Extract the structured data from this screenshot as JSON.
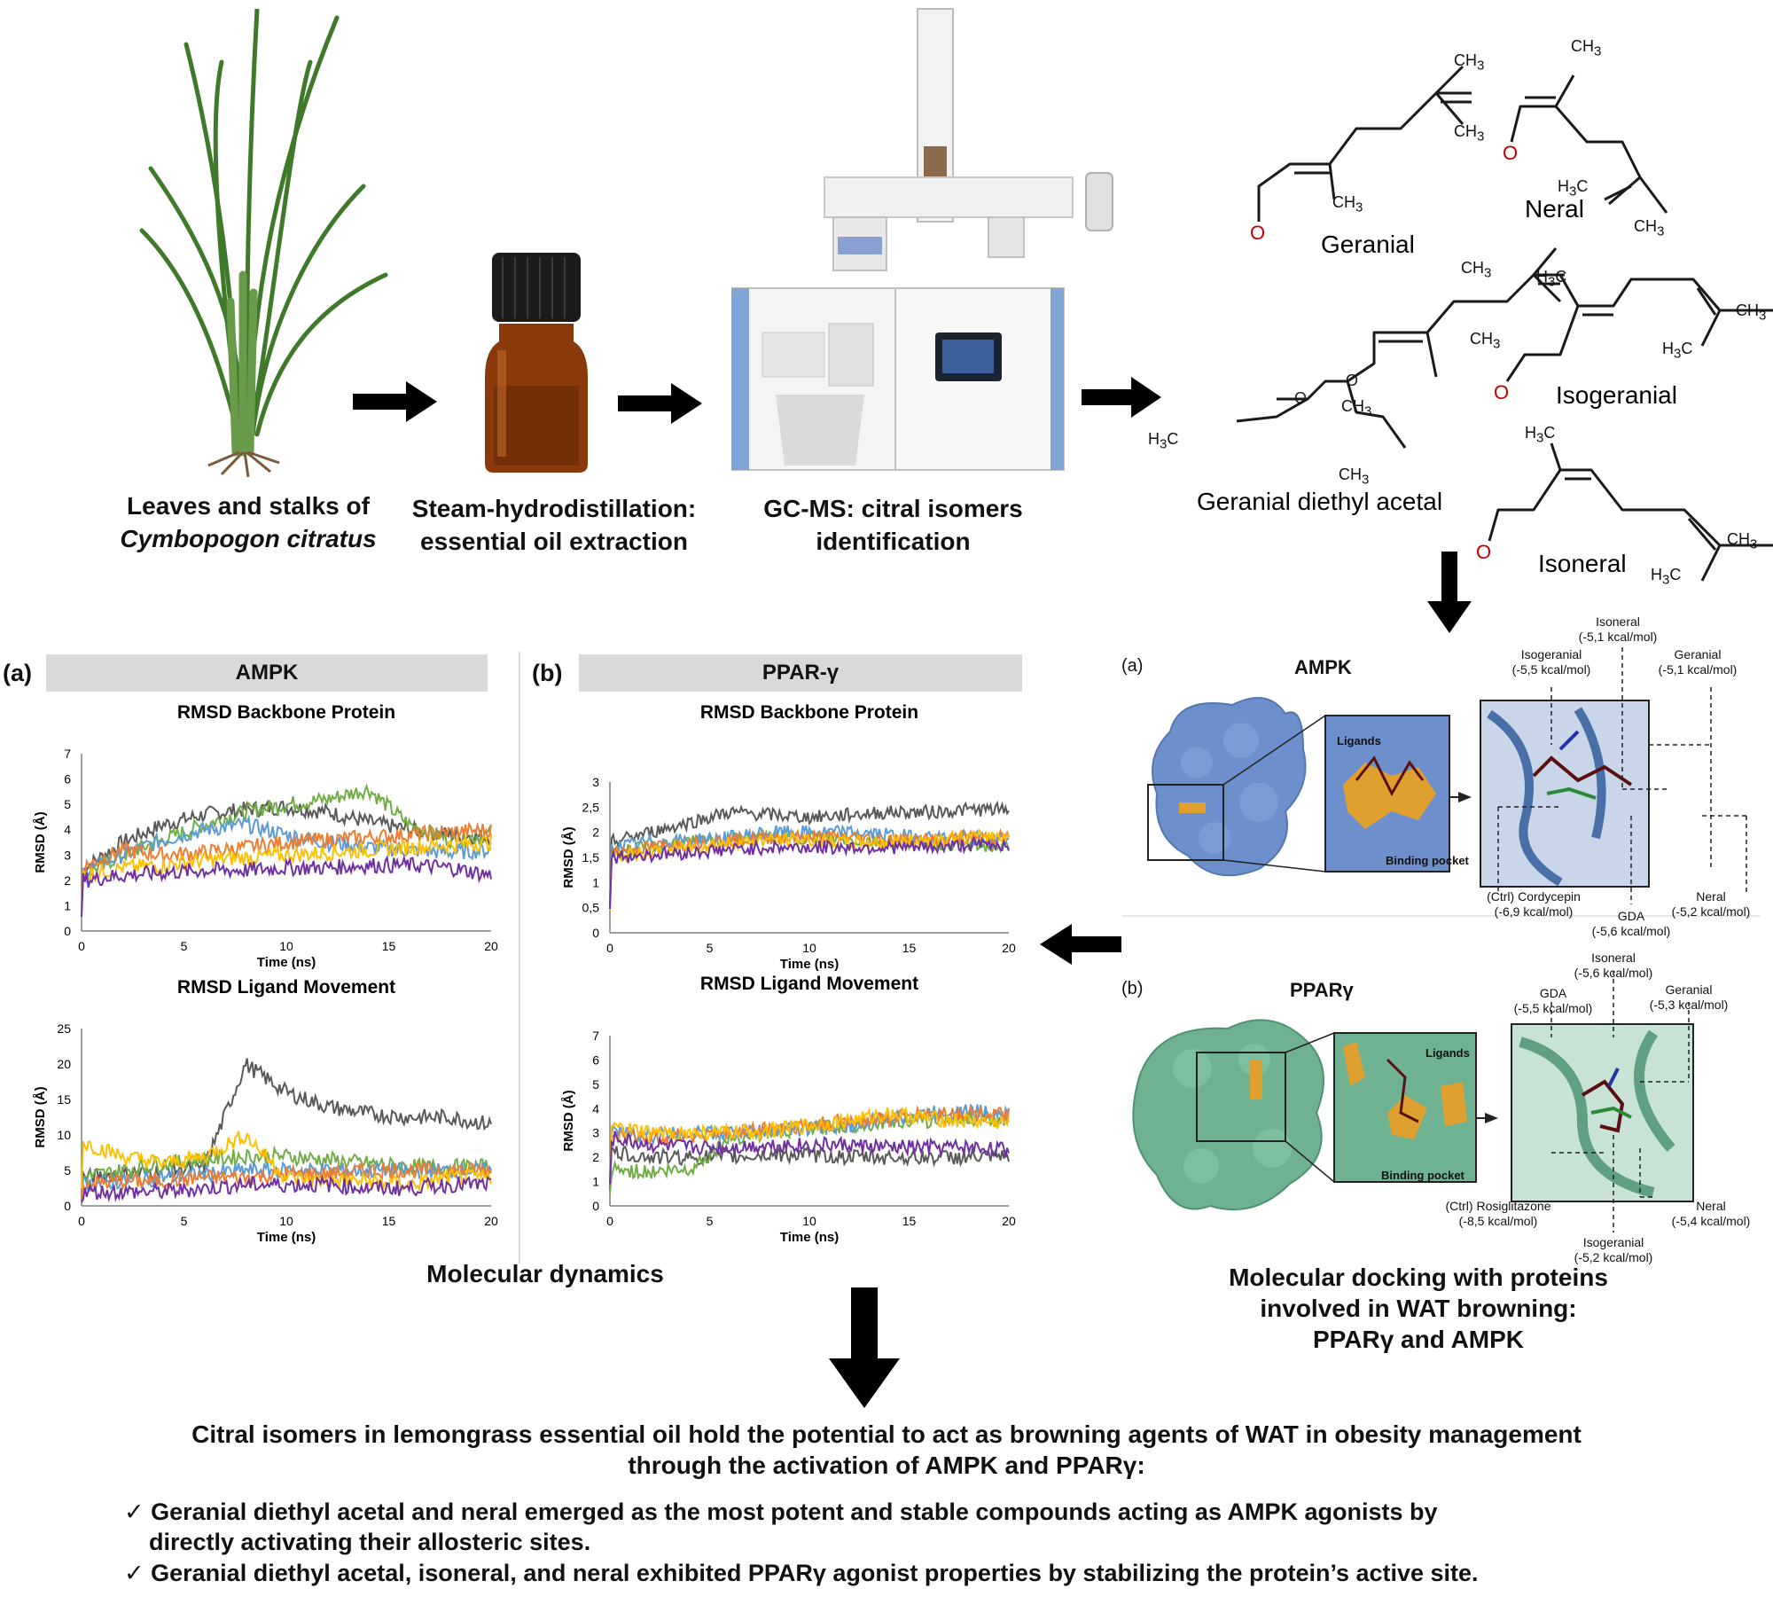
{
  "workflow": {
    "step1": {
      "line1": "Leaves and stalks of",
      "line2": "Cymbopogon citratus"
    },
    "step2": {
      "line1": "Steam-hydrodistillation:",
      "line2": "essential oil extraction"
    },
    "step3": {
      "line1": "GC-MS: citral isomers",
      "line2": "identification"
    }
  },
  "compounds": {
    "geranial": "Geranial",
    "neral": "Neral",
    "geranial_diethyl_acetal": "Geranial diethyl acetal",
    "isogeranial": "Isogeranial",
    "isoneral": "Isoneral",
    "ch3": "CH",
    "h3c": "H",
    "sub3": "3",
    "c_letter": "C",
    "o_letter": "O"
  },
  "md": {
    "panel_a_letter": "(a)",
    "panel_b_letter": "(b)",
    "panel_a_title": "AMPK",
    "panel_b_title": "PPAR-γ",
    "backbone_title": "RMSD Backbone Protein",
    "ligand_title": "RMSD Ligand Movement",
    "ylabel": "RMSD (Å)",
    "xlabel": "Time (ns)",
    "section_caption": "Molecular dynamics",
    "series_colors": [
      "#595959",
      "#70ad47",
      "#5b9bd5",
      "#ed7d31",
      "#ffc000",
      "#7030a0"
    ]
  },
  "chart_data": [
    {
      "type": "line",
      "title": "RMSD Backbone Protein",
      "panel": "AMPK",
      "xlabel": "Time (ns)",
      "ylabel": "RMSD (Å)",
      "xlim": [
        0,
        20
      ],
      "ylim": [
        0,
        7
      ],
      "xticks": [
        "0",
        "5",
        "10",
        "15",
        "20"
      ],
      "yticks": [
        "0",
        "1",
        "2",
        "3",
        "4",
        "5",
        "6",
        "7"
      ],
      "series": [
        {
          "color": "#595959",
          "base": [
            2.4,
            3.5,
            4.2,
            4.6,
            4.8,
            4.9,
            4.7,
            4.3,
            4.0,
            3.8,
            3.7
          ]
        },
        {
          "color": "#70ad47",
          "base": [
            2.2,
            3.0,
            3.6,
            4.2,
            4.7,
            5.0,
            5.2,
            5.6,
            4.2,
            3.6,
            3.8
          ]
        },
        {
          "color": "#5b9bd5",
          "base": [
            2.3,
            3.0,
            3.6,
            4.0,
            4.2,
            3.8,
            3.5,
            3.3,
            3.2,
            3.1,
            3.2
          ]
        },
        {
          "color": "#ed7d31",
          "base": [
            2.5,
            3.2,
            3.0,
            3.1,
            3.3,
            3.5,
            3.6,
            3.7,
            3.8,
            3.9,
            4.0
          ]
        },
        {
          "color": "#ffc000",
          "base": [
            2.2,
            2.5,
            2.6,
            2.8,
            2.9,
            3.0,
            3.1,
            3.2,
            3.3,
            3.4,
            3.5
          ]
        },
        {
          "color": "#7030a0",
          "base": [
            2.0,
            2.2,
            2.3,
            2.4,
            2.4,
            2.5,
            2.5,
            2.6,
            2.6,
            2.5,
            2.2
          ]
        }
      ]
    },
    {
      "type": "line",
      "title": "RMSD Ligand Movement",
      "panel": "AMPK",
      "xlabel": "Time (ns)",
      "ylabel": "RMSD (Å)",
      "xlim": [
        0,
        20
      ],
      "ylim": [
        0,
        25
      ],
      "xticks": [
        "0",
        "5",
        "10",
        "15",
        "20"
      ],
      "yticks": [
        "0",
        "5",
        "10",
        "15",
        "20",
        "25"
      ],
      "series": [
        {
          "color": "#595959",
          "base": [
            4,
            4.5,
            5,
            5.5,
            20,
            16,
            14,
            13,
            12.5,
            12.5,
            11.5
          ]
        },
        {
          "color": "#70ad47",
          "base": [
            4,
            5,
            6,
            6.5,
            7,
            7,
            6.5,
            6,
            5.5,
            5.5,
            5.5
          ]
        },
        {
          "color": "#5b9bd5",
          "base": [
            3,
            3.5,
            4,
            4.5,
            5,
            5,
            5,
            5,
            5,
            5,
            5
          ]
        },
        {
          "color": "#ed7d31",
          "base": [
            3,
            3.5,
            3.5,
            4,
            4,
            4.5,
            4.5,
            5,
            5,
            5,
            5
          ]
        },
        {
          "color": "#ffc000",
          "base": [
            9,
            7,
            6,
            7,
            10,
            4,
            3.5,
            3.5,
            3,
            4,
            4
          ]
        },
        {
          "color": "#7030a0",
          "base": [
            2,
            2,
            2,
            2.5,
            3,
            3,
            3,
            2.5,
            2.5,
            3,
            3
          ]
        }
      ]
    },
    {
      "type": "line",
      "title": "RMSD Backbone Protein",
      "panel": "PPAR-γ",
      "xlabel": "Time (ns)",
      "ylabel": "RMSD (Å)",
      "xlim": [
        0,
        20
      ],
      "ylim": [
        0,
        3
      ],
      "xticks": [
        "0",
        "5",
        "10",
        "15",
        "20"
      ],
      "yticks": [
        "0",
        "0,5",
        "1",
        "1,5",
        "2",
        "2,5",
        "3"
      ],
      "series": [
        {
          "color": "#595959",
          "base": [
            1.8,
            2.0,
            2.2,
            2.4,
            2.35,
            2.3,
            2.35,
            2.4,
            2.4,
            2.45,
            2.45
          ]
        },
        {
          "color": "#70ad47",
          "base": [
            1.6,
            1.7,
            1.8,
            1.85,
            1.9,
            1.9,
            1.85,
            1.8,
            1.8,
            1.75,
            1.7
          ]
        },
        {
          "color": "#5b9bd5",
          "base": [
            1.7,
            1.8,
            1.85,
            1.9,
            2.0,
            2.0,
            2.0,
            1.95,
            1.9,
            1.9,
            1.85
          ]
        },
        {
          "color": "#ed7d31",
          "base": [
            1.6,
            1.7,
            1.8,
            1.85,
            1.9,
            1.9,
            1.9,
            1.85,
            1.85,
            1.9,
            1.9
          ]
        },
        {
          "color": "#ffc000",
          "base": [
            1.5,
            1.6,
            1.7,
            1.8,
            1.85,
            1.85,
            1.8,
            1.8,
            1.85,
            1.9,
            1.95
          ]
        },
        {
          "color": "#7030a0",
          "base": [
            1.5,
            1.55,
            1.6,
            1.65,
            1.7,
            1.7,
            1.7,
            1.7,
            1.7,
            1.75,
            1.75
          ]
        }
      ]
    },
    {
      "type": "line",
      "title": "RMSD Ligand Movement",
      "panel": "PPAR-γ",
      "xlabel": "Time (ns)",
      "ylabel": "RMSD (Å)",
      "xlim": [
        0,
        20
      ],
      "ylim": [
        0,
        7
      ],
      "xticks": [
        "0",
        "5",
        "10",
        "15",
        "20"
      ],
      "yticks": [
        "0",
        "1",
        "2",
        "3",
        "4",
        "5",
        "6",
        "7"
      ],
      "series": [
        {
          "color": "#595959",
          "base": [
            2.2,
            2.0,
            2.0,
            2.0,
            2.1,
            2.1,
            2.0,
            2.0,
            2.0,
            2.0,
            2.0
          ]
        },
        {
          "color": "#70ad47",
          "base": [
            1.5,
            1.4,
            1.5,
            2.8,
            3.0,
            3.2,
            3.3,
            3.5,
            3.5,
            3.6,
            3.6
          ]
        },
        {
          "color": "#5b9bd5",
          "base": [
            3.0,
            2.9,
            3.0,
            3.0,
            3.1,
            3.2,
            3.3,
            3.6,
            3.8,
            3.9,
            3.8
          ]
        },
        {
          "color": "#ed7d31",
          "base": [
            2.9,
            2.8,
            2.9,
            3.0,
            3.2,
            3.3,
            3.5,
            3.6,
            3.8,
            3.8,
            3.7
          ]
        },
        {
          "color": "#ffc000",
          "base": [
            3.2,
            3.0,
            3.0,
            3.0,
            3.1,
            3.3,
            3.5,
            3.8,
            3.6,
            3.5,
            3.4
          ]
        },
        {
          "color": "#7030a0",
          "base": [
            2.8,
            2.5,
            2.4,
            2.4,
            2.5,
            2.5,
            2.5,
            2.4,
            2.4,
            2.4,
            2.3
          ]
        }
      ]
    }
  ],
  "docking": {
    "a_letter": "(a)",
    "b_letter": "(b)",
    "ampk_title": "AMPK",
    "ppar_title": "PPARγ",
    "ligands": "Ligands",
    "binding_pocket": "Binding pocket",
    "ampk_labels": {
      "isoneral": [
        "Isoneral",
        "(-5,1 kcal/mol)"
      ],
      "isogeranial": [
        "Isogeranial",
        "(-5,5 kcal/mol)"
      ],
      "geranial": [
        "Geranial",
        "(-5,1 kcal/mol)"
      ],
      "cordycepin": [
        "(Ctrl) Cordycepin",
        "(-6,9 kcal/mol)"
      ],
      "gda": [
        "GDA",
        "(-5,6 kcal/mol)"
      ],
      "neral": [
        "Neral",
        "(-5,2 kcal/mol)"
      ]
    },
    "ppar_labels": {
      "isoneral": [
        "Isoneral",
        "(-5,6 kcal/mol)"
      ],
      "gda": [
        "GDA",
        "(-5,5 kcal/mol)"
      ],
      "geranial": [
        "Geranial",
        "(-5,3 kcal/mol)"
      ],
      "rosiglitazone": [
        "(Ctrl) Rosiglitazone",
        "(-8,5 kcal/mol)"
      ],
      "isogeranial": [
        "Isogeranial",
        "(-5,2 kcal/mol)"
      ],
      "neral": [
        "Neral",
        "(-5,4 kcal/mol)"
      ]
    },
    "caption": [
      "Molecular docking with proteins",
      "involved in WAT browning:",
      "PPARγ and AMPK"
    ]
  },
  "conclusion": {
    "line1": "Citral isomers in lemongrass essential oil hold the potential to act as browning agents of WAT in obesity management",
    "line2": "through the activation of AMPK and PPARγ:",
    "check": "✓",
    "bullet1a": "Geranial diethyl acetal and neral emerged as the most potent and stable compounds acting as AMPK agonists by",
    "bullet1b": "directly activating their allosteric sites.",
    "bullet2": "Geranial diethyl acetal, isoneral, and neral exhibited PPARγ agonist properties by stabilizing the protein’s active site."
  }
}
